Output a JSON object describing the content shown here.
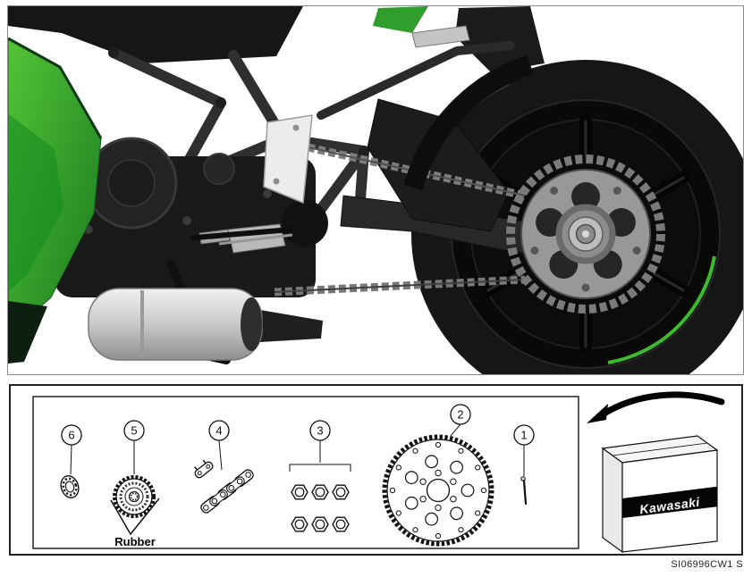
{
  "figure": {
    "code": "SI06996CW1 S"
  },
  "diagram": {
    "callouts": [
      "1",
      "2",
      "3",
      "4",
      "5",
      "6"
    ],
    "rubber_label": "Rubber",
    "box_brand": "Kawasaki"
  },
  "colors": {
    "kawasaki_green": "#3dbb2e",
    "frame_border": "#222222"
  }
}
